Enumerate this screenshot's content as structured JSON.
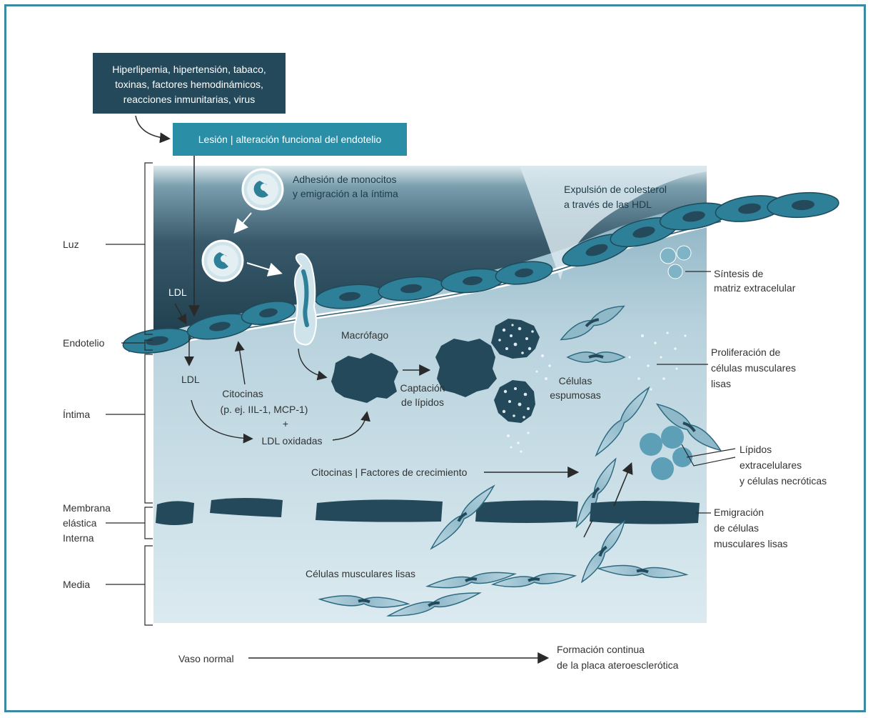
{
  "boxes": {
    "risk_factors": [
      "Hiperlipemia, hipertensión, tabaco,",
      "toxinas, factores hemodinámicos,",
      "reacciones inmunitarias, virus"
    ],
    "lesion": "Lesión | alteración funcional del endotelio"
  },
  "left_labels": {
    "luz": "Luz",
    "endotelio": "Endotelio",
    "intima": "Íntima",
    "membrana": [
      "Membrana",
      "elástica",
      "Interna"
    ],
    "media": "Media"
  },
  "annotations": {
    "adhesion": [
      "Adhesión de monocitos",
      "y emigración a la íntima"
    ],
    "expulsion": [
      "Expulsión de colesterol",
      "a través de las HDL"
    ],
    "sintesis": [
      "Síntesis de",
      "matriz extracelular"
    ],
    "ldl_top": "LDL",
    "ldl_bottom": "LDL",
    "macrofago": "Macrófago",
    "citocinas": [
      "Citocinas",
      "(p. ej. IIL-1, MCP-1)",
      "+",
      "LDL oxidadas"
    ],
    "captacion": [
      "Captación",
      "de lípidos"
    ],
    "celulas_espumosas": [
      "Células",
      "espumosas"
    ],
    "proliferacion": [
      "Proliferación de",
      "células musculares",
      "lisas"
    ],
    "lipidos": [
      "Lípidos",
      "extracelulares",
      "y células necróticas"
    ],
    "citocinas_factores": "Citocinas | Factores de crecimiento",
    "emigracion": [
      "Emigración",
      "de células",
      "musculares lisas"
    ],
    "celulas_musculares": "Células musculares lisas"
  },
  "bottom": {
    "start": "Vaso normal",
    "end": [
      "Formación continua",
      "de la placa ateroesclerótica"
    ]
  },
  "colors": {
    "frame": "#3a8aa3",
    "dark_box": "#24495a",
    "teal_box": "#2b8ea7",
    "lumen_dark": "#27485a",
    "cell": "#2e7f98",
    "nucleus": "#23495a"
  }
}
